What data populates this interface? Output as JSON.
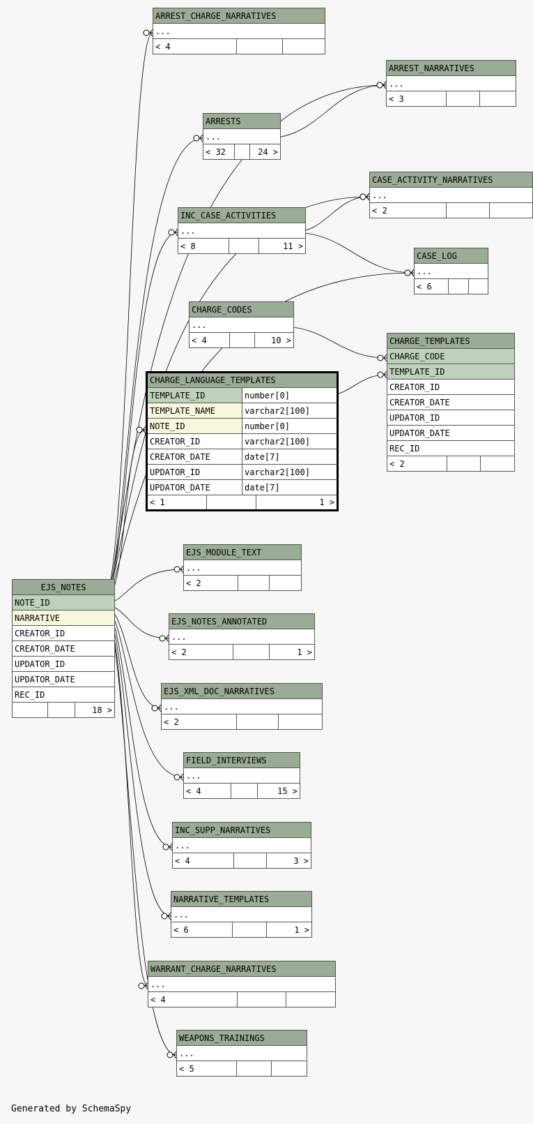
{
  "footer": "Generated by SchemaSpy",
  "tables": [
    {
      "id": "ARREST_CHARGE_NARRATIVES",
      "name": "ARREST_CHARGE_NARRATIVES",
      "rows": [
        "..."
      ],
      "counts": [
        "< 4",
        "",
        ""
      ]
    },
    {
      "id": "ARREST_NARRATIVES",
      "name": "ARREST_NARRATIVES",
      "rows": [
        "..."
      ],
      "counts": [
        "< 3",
        "",
        ""
      ]
    },
    {
      "id": "ARRESTS",
      "name": "ARRESTS",
      "rows": [
        "..."
      ],
      "counts": [
        "< 32",
        "",
        "24 >"
      ]
    },
    {
      "id": "CASE_ACTIVITY_NARRATIVES",
      "name": "CASE_ACTIVITY_NARRATIVES",
      "rows": [
        "..."
      ],
      "counts": [
        "< 2",
        "",
        ""
      ]
    },
    {
      "id": "INC_CASE_ACTIVITIES",
      "name": "INC_CASE_ACTIVITIES",
      "rows": [
        "..."
      ],
      "counts": [
        "< 8",
        "",
        "11 >"
      ]
    },
    {
      "id": "CASE_LOG",
      "name": "CASE_LOG",
      "rows": [
        "..."
      ],
      "counts": [
        "< 6",
        "",
        ""
      ]
    },
    {
      "id": "CHARGE_CODES",
      "name": "CHARGE_CODES",
      "rows": [
        "..."
      ],
      "counts": [
        "< 4",
        "",
        "10 >"
      ]
    },
    {
      "id": "CHARGE_TEMPLATES",
      "name": "CHARGE_TEMPLATES",
      "rows": [
        "CHARGE_CODE",
        "TEMPLATE_ID",
        "CREATOR_ID",
        "CREATOR_DATE",
        "UPDATOR_ID",
        "UPDATOR_DATE",
        "REC_ID"
      ],
      "rowkinds": [
        "pk",
        "pk",
        "",
        "",
        "",
        "",
        ""
      ],
      "counts": [
        "< 2",
        "",
        ""
      ]
    },
    {
      "id": "CHARGE_LANGUAGE_TEMPLATES",
      "name": "CHARGE_LANGUAGE_TEMPLATES",
      "focus": true,
      "columns": [
        [
          "TEMPLATE_ID",
          "number[0]",
          "pk"
        ],
        [
          "TEMPLATE_NAME",
          "varchar2[100]",
          "fk"
        ],
        [
          "NOTE_ID",
          "number[0]",
          "fk"
        ],
        [
          "CREATOR_ID",
          "varchar2[100]",
          ""
        ],
        [
          "CREATOR_DATE",
          "date[7]",
          ""
        ],
        [
          "UPDATOR_ID",
          "varchar2[100]",
          ""
        ],
        [
          "UPDATOR_DATE",
          "date[7]",
          ""
        ]
      ],
      "counts": [
        "< 1",
        "",
        "1 >"
      ]
    },
    {
      "id": "EJS_NOTES",
      "name": "EJS_NOTES",
      "rows": [
        "NOTE_ID",
        "NARRATIVE",
        "CREATOR_ID",
        "CREATOR_DATE",
        "UPDATOR_ID",
        "UPDATOR_DATE",
        "REC_ID"
      ],
      "rowkinds": [
        "pk",
        "fk",
        "",
        "",
        "",
        "",
        ""
      ],
      "counts": [
        "",
        "",
        "18 >"
      ],
      "centerHeader": true
    },
    {
      "id": "EJS_MODULE_TEXT",
      "name": "EJS_MODULE_TEXT",
      "rows": [
        "..."
      ],
      "counts": [
        "< 2",
        "",
        ""
      ]
    },
    {
      "id": "EJS_NOTES_ANNOTATED",
      "name": "EJS_NOTES_ANNOTATED",
      "rows": [
        "..."
      ],
      "counts": [
        "< 2",
        "",
        "1 >"
      ]
    },
    {
      "id": "EJS_XML_DOC_NARRATIVES",
      "name": "EJS_XML_DOC_NARRATIVES",
      "rows": [
        "..."
      ],
      "counts": [
        "< 2",
        "",
        ""
      ]
    },
    {
      "id": "FIELD_INTERVIEWS",
      "name": "FIELD_INTERVIEWS",
      "rows": [
        "..."
      ],
      "counts": [
        "< 4",
        "",
        "15 >"
      ]
    },
    {
      "id": "INC_SUPP_NARRATIVES",
      "name": "INC_SUPP_NARRATIVES",
      "rows": [
        "..."
      ],
      "counts": [
        "< 4",
        "",
        "3 >"
      ]
    },
    {
      "id": "NARRATIVE_TEMPLATES",
      "name": "NARRATIVE_TEMPLATES",
      "rows": [
        "..."
      ],
      "counts": [
        "< 6",
        "",
        "1 >"
      ]
    },
    {
      "id": "WARRANT_CHARGE_NARRATIVES",
      "name": "WARRANT_CHARGE_NARRATIVES",
      "rows": [
        "..."
      ],
      "counts": [
        "< 4",
        "",
        ""
      ]
    },
    {
      "id": "WEAPONS_TRAININGS",
      "name": "WEAPONS_TRAININGS",
      "rows": [
        "..."
      ],
      "counts": [
        "< 5",
        "",
        ""
      ]
    }
  ]
}
